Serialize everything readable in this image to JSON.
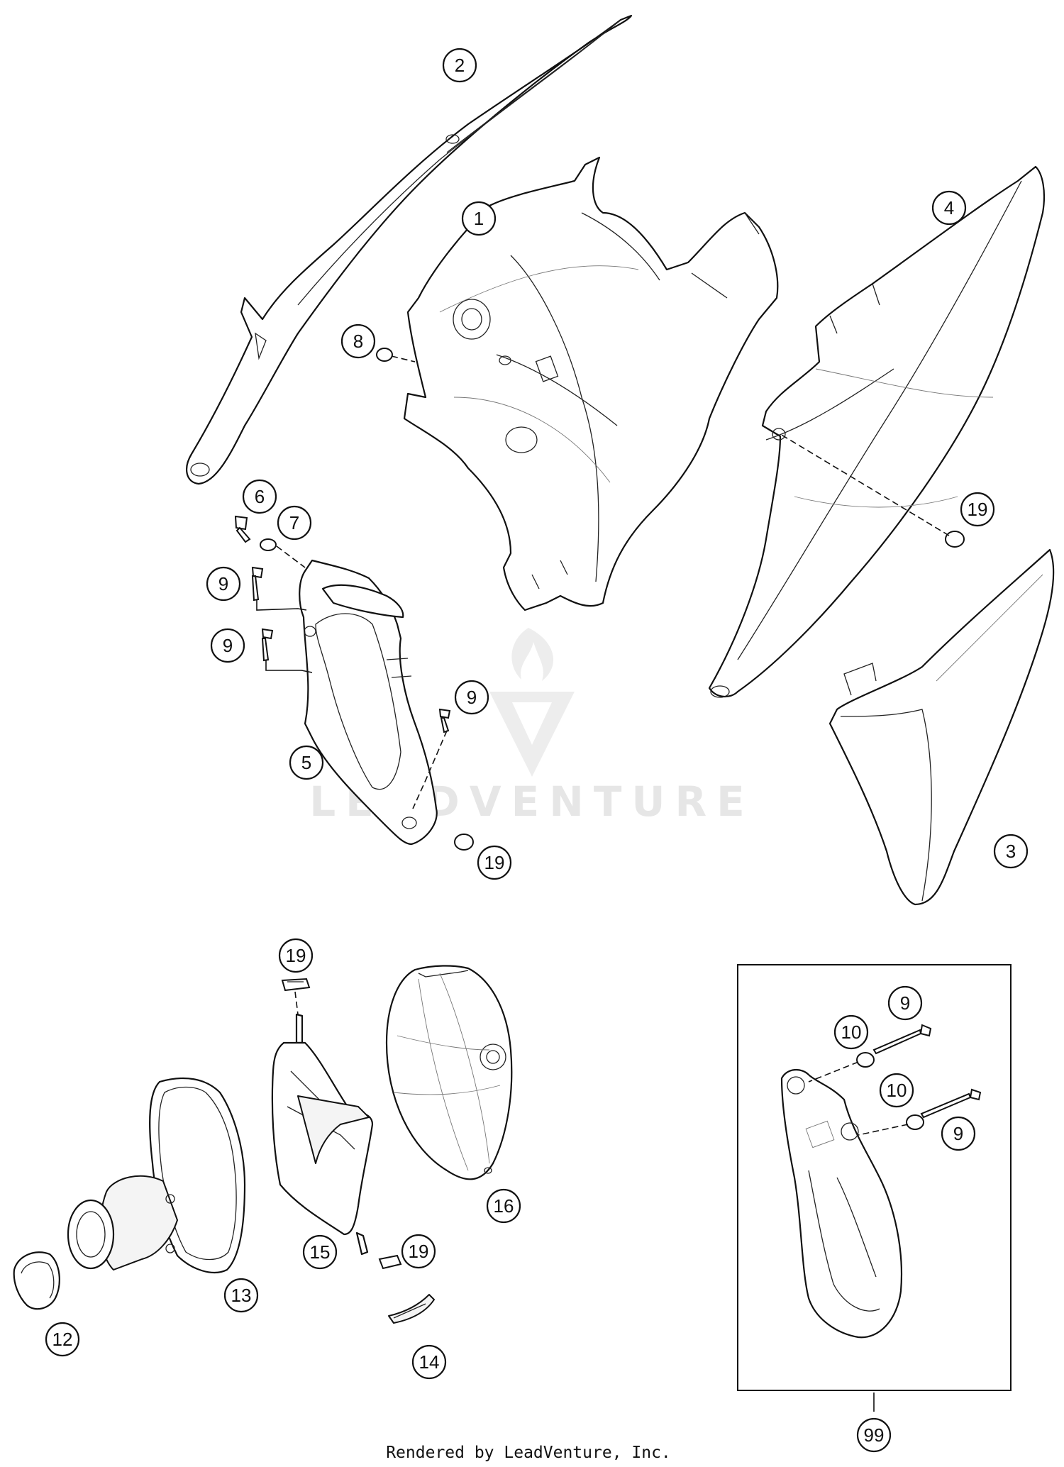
{
  "callouts": [
    {
      "key": "c1",
      "label": "1"
    },
    {
      "key": "c2",
      "label": "2"
    },
    {
      "key": "c3",
      "label": "3"
    },
    {
      "key": "c4",
      "label": "4"
    },
    {
      "key": "c5",
      "label": "5"
    },
    {
      "key": "c6",
      "label": "6"
    },
    {
      "key": "c7",
      "label": "7"
    },
    {
      "key": "c8",
      "label": "8"
    },
    {
      "key": "c9a",
      "label": "9"
    },
    {
      "key": "c9b",
      "label": "9"
    },
    {
      "key": "c9c",
      "label": "9"
    },
    {
      "key": "c9d",
      "label": "9"
    },
    {
      "key": "c9e",
      "label": "9"
    },
    {
      "key": "c10a",
      "label": "10"
    },
    {
      "key": "c10b",
      "label": "10"
    },
    {
      "key": "c12",
      "label": "12"
    },
    {
      "key": "c13",
      "label": "13"
    },
    {
      "key": "c14",
      "label": "14"
    },
    {
      "key": "c15",
      "label": "15"
    },
    {
      "key": "c16",
      "label": "16"
    },
    {
      "key": "c19a",
      "label": "19"
    },
    {
      "key": "c19b",
      "label": "19"
    },
    {
      "key": "c19c",
      "label": "19"
    },
    {
      "key": "c19d",
      "label": "19"
    },
    {
      "key": "c99",
      "label": "99"
    }
  ],
  "watermark": {
    "text": "LEADVENTURE"
  },
  "footer": {
    "text": "Rendered by LeadVenture, Inc."
  }
}
